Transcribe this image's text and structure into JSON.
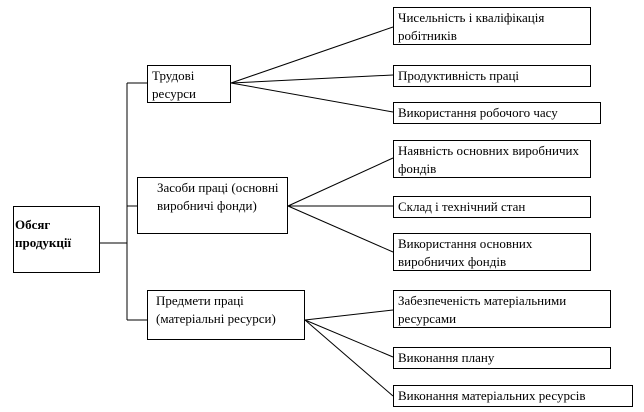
{
  "diagram": {
    "root": {
      "label": "Обсяг продукції"
    },
    "groups": [
      {
        "label": "Трудові ресурси",
        "factors": [
          "Чисельність і кваліфікація робітників",
          "Продуктивність праці",
          "Використання робочого часу"
        ]
      },
      {
        "label": "Засоби праці (основні виробничі фонди)",
        "factors": [
          "Наявність основних виробничих фондів",
          "Склад і технічний стан",
          "Використання основних виробничих фондів"
        ]
      },
      {
        "label": "Предмети праці (матеріальні ресурси)",
        "factors": [
          "Забезпеченість матеріальними ресурсами",
          "Виконання плану",
          "Виконання матеріальних ресурсів"
        ]
      }
    ]
  },
  "colors": {
    "line": "#000000",
    "box_border": "#000000",
    "background": "#ffffff",
    "text": "#000000"
  }
}
